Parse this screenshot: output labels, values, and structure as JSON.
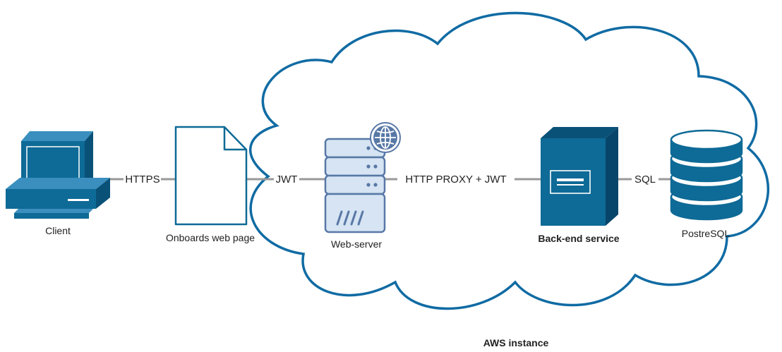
{
  "diagram": {
    "cloud_label": "AWS instance",
    "nodes": {
      "client": {
        "label": "Client",
        "icon": "desktop-computer-icon"
      },
      "web_page": {
        "label": "Onboards web page",
        "icon": "document-icon"
      },
      "web_server": {
        "label": "Web-server",
        "icon": "web-server-icon"
      },
      "backend": {
        "label": "Back-end service",
        "icon": "server-tower-icon"
      },
      "database": {
        "label": "PostreSQL",
        "icon": "database-icon"
      }
    },
    "edges": {
      "client_to_page": "HTTPS",
      "page_to_server": "JWT",
      "server_to_backend": "HTTP PROXY + JWT",
      "backend_to_db": "SQL"
    }
  },
  "colors": {
    "cloud_stroke": "#106ba3",
    "icon_blue": "#0e6a96",
    "icon_dark": "#0a5178",
    "server_fill": "#d6e4f3",
    "server_stroke": "#5878a6",
    "connector": "#999999"
  }
}
